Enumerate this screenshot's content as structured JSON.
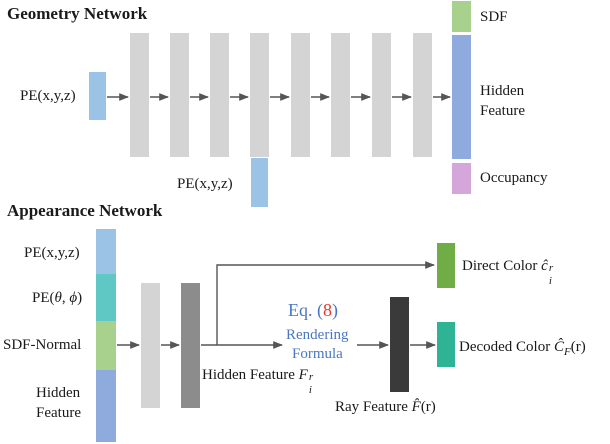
{
  "geometry": {
    "heading": "Geometry Network",
    "input_pe": "PE(x,y,z)",
    "skip_pe": "PE(x,y,z)",
    "outputs": {
      "sdf": "SDF",
      "hidden_line1": "Hidden",
      "hidden_line2": "Feature",
      "occupancy": "Occupancy"
    }
  },
  "appearance": {
    "heading": "Appearance Network",
    "inputs": {
      "pe_xyz": "PE(x,y,z)",
      "pe_dir_prefix": "PE(",
      "pe_dir_theta": "θ",
      "pe_dir_sep": ", ",
      "pe_dir_phi": "ϕ",
      "pe_dir_suffix": ")",
      "sdf_normal": "SDF-Normal",
      "hidden_line1": "Hidden",
      "hidden_line2": "Feature"
    },
    "hidden_feature_label": "Hidden Feature ",
    "hidden_feature_sym": "F",
    "hidden_feature_sub": "i",
    "hidden_feature_sup": "r",
    "eq_prefix": "Eq. (",
    "eq_num": "8",
    "eq_suffix": ")",
    "rendering_line1": "Rendering",
    "rendering_line2": "Formula",
    "ray_feature_label": "Ray Feature ",
    "ray_feature_sym": "F̂",
    "ray_feature_arg": "(r)",
    "direct_color_label": "Direct Color ",
    "direct_color_sym": "ĉ",
    "direct_color_sub": "i",
    "direct_color_sup": "r",
    "decoded_color_label": "Decoded Color ",
    "decoded_color_sym": "Ĉ",
    "decoded_color_sub": "F",
    "decoded_color_arg": "(r)"
  },
  "colors": {
    "pe_blue": "#9bc3e6",
    "layer_gray": "#d4d4d4",
    "dark_gray": "#8c8c8c",
    "darkest": "#3a3a3a",
    "sdf_green": "#a9d18e",
    "hidden_blue": "#8faadc",
    "occupancy_purple": "#d5a6d9",
    "dir_teal": "#5fc8c4",
    "direct_green": "#70ad47",
    "decoded_teal": "#2fb395",
    "eq_blue": "#4a77c4",
    "eq_red": "#e23a2c"
  }
}
